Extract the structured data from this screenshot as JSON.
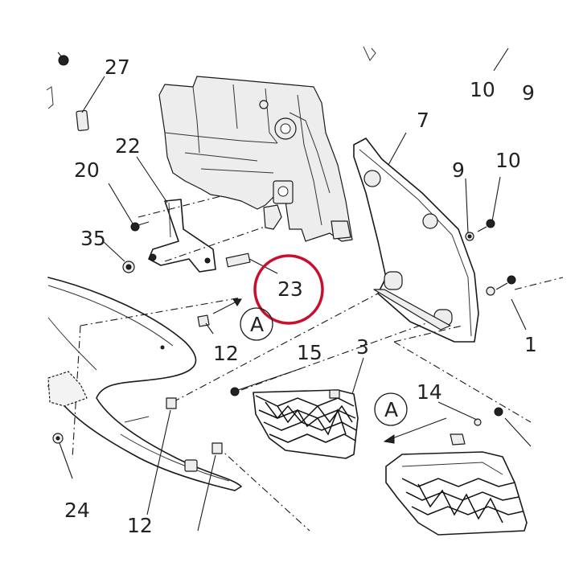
{
  "diagram": {
    "callouts": [
      {
        "id": "c27",
        "text": "27"
      },
      {
        "id": "c10a",
        "text": "10"
      },
      {
        "id": "c9edge",
        "text": "9"
      },
      {
        "id": "c22",
        "text": "22"
      },
      {
        "id": "c7",
        "text": "7"
      },
      {
        "id": "c20",
        "text": "20"
      },
      {
        "id": "c9",
        "text": "9"
      },
      {
        "id": "c10b",
        "text": "10"
      },
      {
        "id": "c35",
        "text": "35"
      },
      {
        "id": "c23",
        "text": "23"
      },
      {
        "id": "cA1",
        "text": "A"
      },
      {
        "id": "c12a",
        "text": "12"
      },
      {
        "id": "c15",
        "text": "15"
      },
      {
        "id": "c3",
        "text": "3"
      },
      {
        "id": "c1edge",
        "text": "1"
      },
      {
        "id": "c14",
        "text": "14"
      },
      {
        "id": "cA2",
        "text": "A"
      },
      {
        "id": "c24",
        "text": "24"
      },
      {
        "id": "c12b",
        "text": "12"
      }
    ],
    "highlight_color": "#c8102e"
  }
}
